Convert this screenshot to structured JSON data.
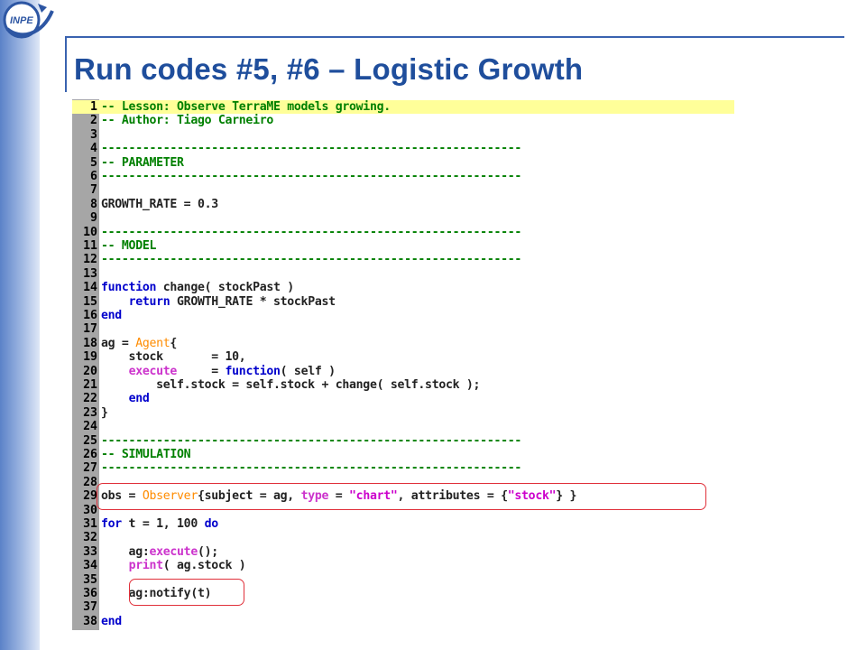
{
  "slide": {
    "title": "Run codes #5, #6 – Logistic Growth",
    "logo_text": "INPE"
  },
  "code_lines": [
    {
      "n": "1",
      "tokens": [
        {
          "t": "-- Lesson: Observe TerraME models growing.",
          "c": "comment"
        }
      ]
    },
    {
      "n": "2",
      "tokens": [
        {
          "t": "-- Author: Tiago Carneiro",
          "c": "comment"
        }
      ]
    },
    {
      "n": "3",
      "tokens": []
    },
    {
      "n": "4",
      "tokens": [
        {
          "t": "-------------------------------------------------------------",
          "c": "comment"
        }
      ]
    },
    {
      "n": "5",
      "tokens": [
        {
          "t": "-- PARAMETER",
          "c": "comment"
        }
      ]
    },
    {
      "n": "6",
      "tokens": [
        {
          "t": "-------------------------------------------------------------",
          "c": "comment"
        }
      ]
    },
    {
      "n": "7",
      "tokens": []
    },
    {
      "n": "8",
      "tokens": [
        {
          "t": "GROWTH_RATE = 0.3",
          "c": "normal"
        }
      ]
    },
    {
      "n": "9",
      "tokens": []
    },
    {
      "n": "10",
      "tokens": [
        {
          "t": "-------------------------------------------------------------",
          "c": "comment"
        }
      ]
    },
    {
      "n": "11",
      "tokens": [
        {
          "t": "-- MODEL",
          "c": "comment"
        }
      ]
    },
    {
      "n": "12",
      "tokens": [
        {
          "t": "-------------------------------------------------------------",
          "c": "comment"
        }
      ]
    },
    {
      "n": "13",
      "tokens": []
    },
    {
      "n": "14",
      "tokens": [
        {
          "t": "function",
          "c": "keyword"
        },
        {
          "t": " change( stockPast )",
          "c": "normal"
        }
      ]
    },
    {
      "n": "15",
      "tokens": [
        {
          "t": "    ",
          "c": "normal"
        },
        {
          "t": "return",
          "c": "keyword"
        },
        {
          "t": " GROWTH_RATE * stockPast",
          "c": "normal"
        }
      ]
    },
    {
      "n": "16",
      "tokens": [
        {
          "t": "end",
          "c": "keyword"
        }
      ]
    },
    {
      "n": "17",
      "tokens": []
    },
    {
      "n": "18",
      "tokens": [
        {
          "t": "ag = ",
          "c": "normal"
        },
        {
          "t": "Agent",
          "c": "builtin"
        },
        {
          "t": "{",
          "c": "normal"
        }
      ]
    },
    {
      "n": "19",
      "tokens": [
        {
          "t": "    stock       = 10,",
          "c": "normal"
        }
      ]
    },
    {
      "n": "20",
      "tokens": [
        {
          "t": "    ",
          "c": "normal"
        },
        {
          "t": "execute",
          "c": "func"
        },
        {
          "t": "     = ",
          "c": "normal"
        },
        {
          "t": "function",
          "c": "keyword"
        },
        {
          "t": "( self )",
          "c": "normal"
        }
      ]
    },
    {
      "n": "21",
      "tokens": [
        {
          "t": "        self.stock = self.stock + change( self.stock );",
          "c": "normal"
        }
      ]
    },
    {
      "n": "22",
      "tokens": [
        {
          "t": "    ",
          "c": "normal"
        },
        {
          "t": "end",
          "c": "keyword"
        }
      ]
    },
    {
      "n": "23",
      "tokens": [
        {
          "t": "}",
          "c": "normal"
        }
      ]
    },
    {
      "n": "24",
      "tokens": []
    },
    {
      "n": "25",
      "tokens": [
        {
          "t": "-------------------------------------------------------------",
          "c": "comment"
        }
      ]
    },
    {
      "n": "26",
      "tokens": [
        {
          "t": "-- SIMULATION",
          "c": "comment"
        }
      ]
    },
    {
      "n": "27",
      "tokens": [
        {
          "t": "-------------------------------------------------------------",
          "c": "comment"
        }
      ]
    },
    {
      "n": "28",
      "tokens": []
    },
    {
      "n": "29",
      "tokens": [
        {
          "t": "obs = ",
          "c": "normal"
        },
        {
          "t": "Observer",
          "c": "builtin"
        },
        {
          "t": "{subject = ag, ",
          "c": "normal"
        },
        {
          "t": "type",
          "c": "func"
        },
        {
          "t": " = ",
          "c": "normal"
        },
        {
          "t": "\"chart\"",
          "c": "string"
        },
        {
          "t": ", attributes = {",
          "c": "normal"
        },
        {
          "t": "\"stock\"",
          "c": "string"
        },
        {
          "t": "} }",
          "c": "normal"
        }
      ]
    },
    {
      "n": "30",
      "tokens": []
    },
    {
      "n": "31",
      "tokens": [
        {
          "t": "for",
          "c": "keyword"
        },
        {
          "t": " t = 1, 100 ",
          "c": "normal"
        },
        {
          "t": "do",
          "c": "keyword"
        }
      ]
    },
    {
      "n": "32",
      "tokens": []
    },
    {
      "n": "33",
      "tokens": [
        {
          "t": "    ag:",
          "c": "normal"
        },
        {
          "t": "execute",
          "c": "func"
        },
        {
          "t": "();",
          "c": "normal"
        }
      ]
    },
    {
      "n": "34",
      "tokens": [
        {
          "t": "    ",
          "c": "normal"
        },
        {
          "t": "print",
          "c": "func"
        },
        {
          "t": "( ag.stock )",
          "c": "normal"
        }
      ]
    },
    {
      "n": "35",
      "tokens": []
    },
    {
      "n": "36",
      "tokens": [
        {
          "t": "    ag:notify(t)",
          "c": "normal"
        }
      ]
    },
    {
      "n": "37",
      "tokens": []
    },
    {
      "n": "38",
      "tokens": [
        {
          "t": "end",
          "c": "keyword"
        }
      ]
    }
  ],
  "highlighted_line": "1",
  "colors": {
    "comment": "#008000",
    "keyword": "#0000cc",
    "function_call": "#cc33cc",
    "string": "#cc00cc",
    "builtin": "#ff8c00",
    "highlight": "#ffff99",
    "callout_border": "#e0303a",
    "title": "#1f4e9c"
  }
}
